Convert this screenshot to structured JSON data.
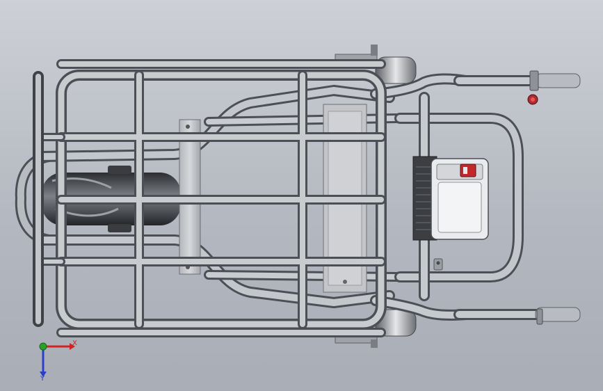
{
  "viewport": {
    "colors": {
      "background_top": "#cdd0d6",
      "background_bottom": "#a9adb5",
      "tube": "#8c9096",
      "tube_highlight": "#e2e4e7",
      "tube_shadow": "#4c5056",
      "plate": "#c9cbcf",
      "battery_case": "#e9ebee",
      "switch_red": "#c0282b"
    }
  },
  "triad": {
    "x_label": "X",
    "y_label": "Y",
    "colors": {
      "x": "#d22323",
      "y": "#25a325",
      "z": "#2b3fc8"
    }
  },
  "model": {
    "parts": [
      "rack-frame",
      "side-bumper-bar",
      "main-chassis-tubes",
      "mounting-plate",
      "battery-tray",
      "wheel-hubs",
      "front-loop",
      "handlebars",
      "battery-box",
      "power-switch"
    ]
  }
}
